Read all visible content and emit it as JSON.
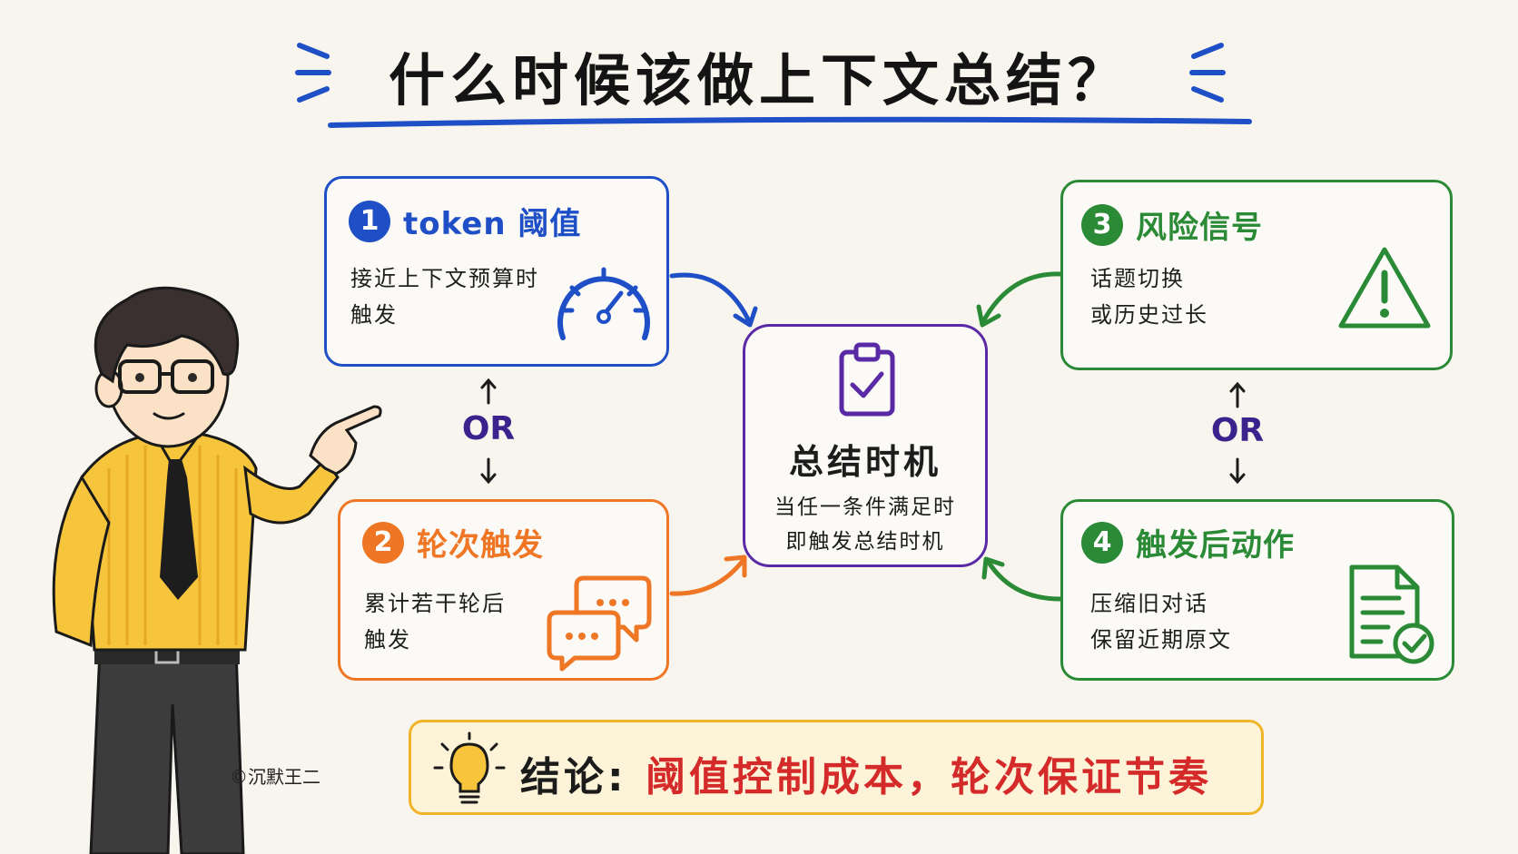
{
  "title": "什么时候该做上下文总结？",
  "card1": {
    "number": "1",
    "title": "token 阈值",
    "lines": [
      "接近上下文预算时",
      "触发"
    ],
    "icon": "gauge-icon"
  },
  "card2": {
    "number": "2",
    "title": "轮次触发",
    "lines": [
      "累计若干轮后",
      "触发"
    ],
    "icon": "chat-bubbles-icon"
  },
  "card3": {
    "number": "3",
    "title": "风险信号",
    "lines": [
      "话题切换",
      "或历史过长"
    ],
    "icon": "warning-icon"
  },
  "card4": {
    "number": "4",
    "title": "触发后动作",
    "lines": [
      "压缩旧对话",
      "保留近期原文"
    ],
    "icon": "document-check-icon"
  },
  "or_left": "OR",
  "or_right": "OR",
  "center": {
    "title": "总结时机",
    "lines": [
      "当任一条件满足时",
      "即触发总结时机"
    ],
    "icon": "clipboard-check-icon"
  },
  "conclusion": {
    "label": "结论:",
    "text": "阈值控制成本，轮次保证节奏",
    "icon": "lightbulb-icon"
  },
  "credit": "©沉默王二",
  "colors": {
    "blue": "#1e4fc6",
    "orange": "#ee7624",
    "green": "#2a8a36",
    "purple": "#5a2aa6",
    "red": "#d42a2a",
    "yellow": "#f0b429"
  }
}
